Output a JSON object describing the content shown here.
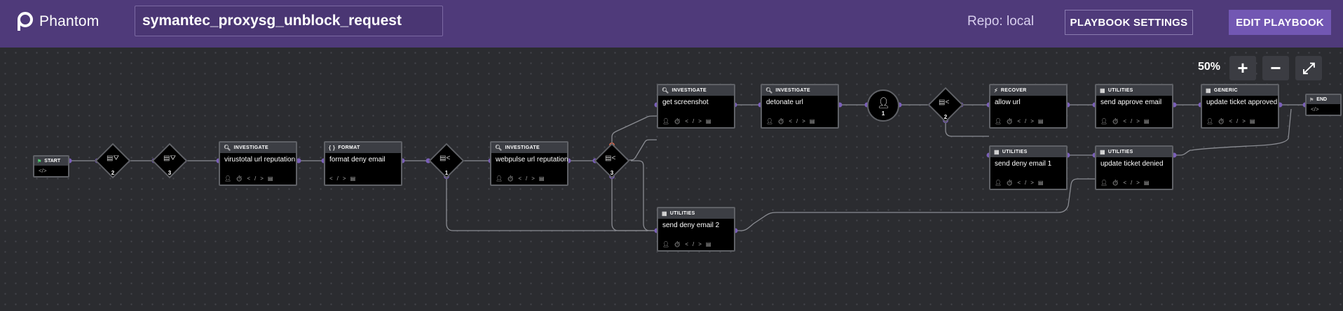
{
  "app": {
    "logo_text": "Phantom"
  },
  "playbook": {
    "name": "symantec_proxysg_unblock_request"
  },
  "header": {
    "repo_label": "Repo: local",
    "settings_label": "PLAYBOOK SETTINGS",
    "edit_label": "EDIT PLAYBOOK"
  },
  "zoom": {
    "level": "50%",
    "in_label": "+",
    "out_label": "−",
    "fit_label": "⤢"
  },
  "colors": {
    "header_bg": "#4f3a7a",
    "canvas_bg": "#2b2c30",
    "accent": "#7257b3",
    "connector": "#7a5fb8",
    "edge": "#8a8c92"
  },
  "terminals": {
    "start": {
      "label": "START",
      "icon": "flag-icon"
    },
    "end": {
      "label": "END",
      "icon": "flag-icon"
    }
  },
  "nodes": [
    {
      "id": "virustotal",
      "type": "INVESTIGATE",
      "title": "virustotal url reputation",
      "icon": "search-icon"
    },
    {
      "id": "format",
      "type": "FORMAT",
      "title": "format deny email",
      "icon": "braces-icon"
    },
    {
      "id": "webpulse",
      "type": "INVESTIGATE",
      "title": "webpulse url reputation",
      "icon": "search-icon"
    },
    {
      "id": "screenshot",
      "type": "INVESTIGATE",
      "title": "get screenshot",
      "icon": "search-icon"
    },
    {
      "id": "detonate",
      "type": "INVESTIGATE",
      "title": "detonate url",
      "icon": "search-icon"
    },
    {
      "id": "allow",
      "type": "RECOVER",
      "title": "allow url",
      "icon": "bolt-icon"
    },
    {
      "id": "approve_email",
      "type": "UTILITIES",
      "title": "send approve email",
      "icon": "grid-icon"
    },
    {
      "id": "ticket_approved",
      "type": "GENERIC",
      "title": "update ticket approved",
      "icon": "grid-icon"
    },
    {
      "id": "deny_email_1",
      "type": "UTILITIES",
      "title": "send deny email 1",
      "icon": "grid-icon"
    },
    {
      "id": "ticket_denied",
      "type": "UTILITIES",
      "title": "update ticket denied",
      "icon": "grid-icon"
    },
    {
      "id": "deny_email_2",
      "type": "UTILITIES",
      "title": "send deny email 2",
      "icon": "grid-icon"
    }
  ],
  "decisions": [
    {
      "id": "filter1",
      "label": "2",
      "icon": "filter-icon"
    },
    {
      "id": "filter2",
      "label": "3",
      "icon": "filter-icon"
    },
    {
      "id": "decision1",
      "label": "1",
      "icon": "split-icon"
    },
    {
      "id": "decision2",
      "label": "3",
      "icon": "split-icon"
    },
    {
      "id": "decision3",
      "label": "2",
      "icon": "split-icon"
    }
  ],
  "prompt": {
    "label": "1",
    "icon": "user-check-icon"
  }
}
